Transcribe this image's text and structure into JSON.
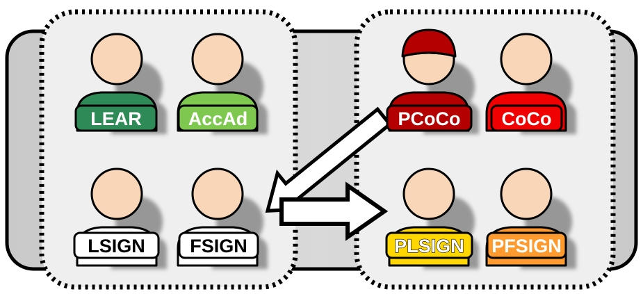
{
  "roles": {
    "lear": {
      "label": "LEAR",
      "fill": "#2e8b57",
      "text_color": "#ffffff",
      "outline": "#000000"
    },
    "accad": {
      "label": "AccAd",
      "fill": "#7ec850",
      "text_color": "#ffffff",
      "outline": "#000000"
    },
    "lsign": {
      "label": "LSIGN",
      "fill": "#ffffff",
      "text_color": "#000000",
      "outline": "#000000"
    },
    "fsign": {
      "label": "FSIGN",
      "fill": "#ffffff",
      "text_color": "#000000",
      "outline": "#000000"
    },
    "pcoco": {
      "label": "PCoCo",
      "fill": "#b40000",
      "text_color": "#ffffff",
      "outline": "#000000",
      "cap_color": "#b40000"
    },
    "coco": {
      "label": "CoCo",
      "fill": "#f00000",
      "text_color": "#ffffff",
      "outline": "#000000"
    },
    "plsign": {
      "label": "PLSIGN",
      "fill": "#ffd700",
      "text_color": "#ffffff",
      "outline": "#000000"
    },
    "pfsign": {
      "label": "PFSIGN",
      "fill": "#ff9a2e",
      "text_color": "#ffffff",
      "outline": "#000000"
    }
  },
  "colors": {
    "panel_background": "#d4d4d4",
    "group_background": "#efefef",
    "skin": "#fad6b8",
    "shadow": "#7a7a7a",
    "arrow_fill": "#ffffff",
    "outline": "#000000"
  }
}
